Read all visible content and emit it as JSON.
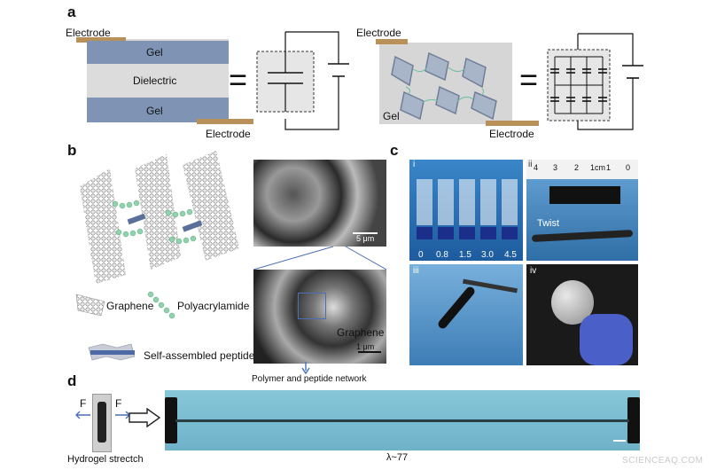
{
  "panels": {
    "a": "a",
    "b": "b",
    "c": "c",
    "d": "d"
  },
  "panel_a": {
    "left": {
      "electrode_top": "Electrode",
      "gel_top": "Gel",
      "dielectric": "Dielectric",
      "gel_bottom": "Gel",
      "electrode_bottom": "Electrode"
    },
    "right": {
      "electrode_top": "Electrode",
      "gel": "Gel",
      "electrode_bottom": "Electrode"
    },
    "equals": "="
  },
  "panel_b": {
    "legend": {
      "graphene": "Graphene",
      "polyacrylamide": "Polyacrylamide",
      "peptide": "Self-assembled peptide"
    },
    "sem_scale_top": "5 μm",
    "sem_graphene": "Graphene",
    "sem_scale_bottom": "1 μm",
    "network_caption": "Polymer and peptide network"
  },
  "panel_c": {
    "sub_i": "i",
    "sub_ii": "ii",
    "sub_iii": "iii",
    "sub_iv": "iv",
    "vial_values": [
      "0",
      "0.8",
      "1.5",
      "3.0",
      "4.5"
    ],
    "ruler": "1cm",
    "ruler_numbers": [
      "4",
      "3",
      "2",
      "1",
      "0"
    ],
    "twist": "Twist"
  },
  "panel_d": {
    "force_left": "F",
    "force_right": "F",
    "stretch_caption": "Hydrogel strectch",
    "lambda": "λ~77"
  },
  "watermark": "SCIENCEAQ.COM"
}
